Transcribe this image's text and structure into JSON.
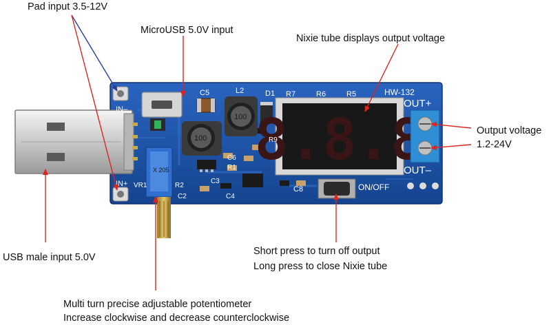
{
  "annotations": {
    "pad_input": "Pad input 3.5-12V",
    "microusb_input": "MicroUSB 5.0V input",
    "nixie_display": "Nixie tube displays output voltage",
    "output_voltage_line1": "Output voltage",
    "output_voltage_line2": "1.2-24V",
    "usb_male_input": "USB male input 5.0V",
    "short_press": "Short press to turn off output",
    "long_press": "Long press to close Nixie tube",
    "potentiometer_line1": "Multi turn precise adjustable potentiometer",
    "potentiometer_line2": "Increase clockwise and decrease counterclockwise"
  },
  "board": {
    "model": "HW-132",
    "out_plus": "OUT+",
    "out_minus": "OUT–",
    "in_minus": "IN–",
    "in_plus": "IN+",
    "on_off": "ON/OFF",
    "c5": "C5",
    "l2": "L2",
    "d1": "D1",
    "r7": "R7",
    "r6": "R6",
    "r5": "R5",
    "c6": "C6",
    "r1": "R1",
    "r2": "R2",
    "c3": "C3",
    "c2": "C2",
    "c4": "C4",
    "c8": "C8",
    "vr1": "VR1",
    "r9": "R9",
    "inductor_value": "100",
    "pot_marking": "X 205",
    "display_digits": "8.8.8"
  },
  "colors": {
    "pcb": "#1b4fa6",
    "arrow_red": "#e0241b",
    "arrow_blue": "#2a3f9c",
    "terminal": "#2e8fd6"
  }
}
